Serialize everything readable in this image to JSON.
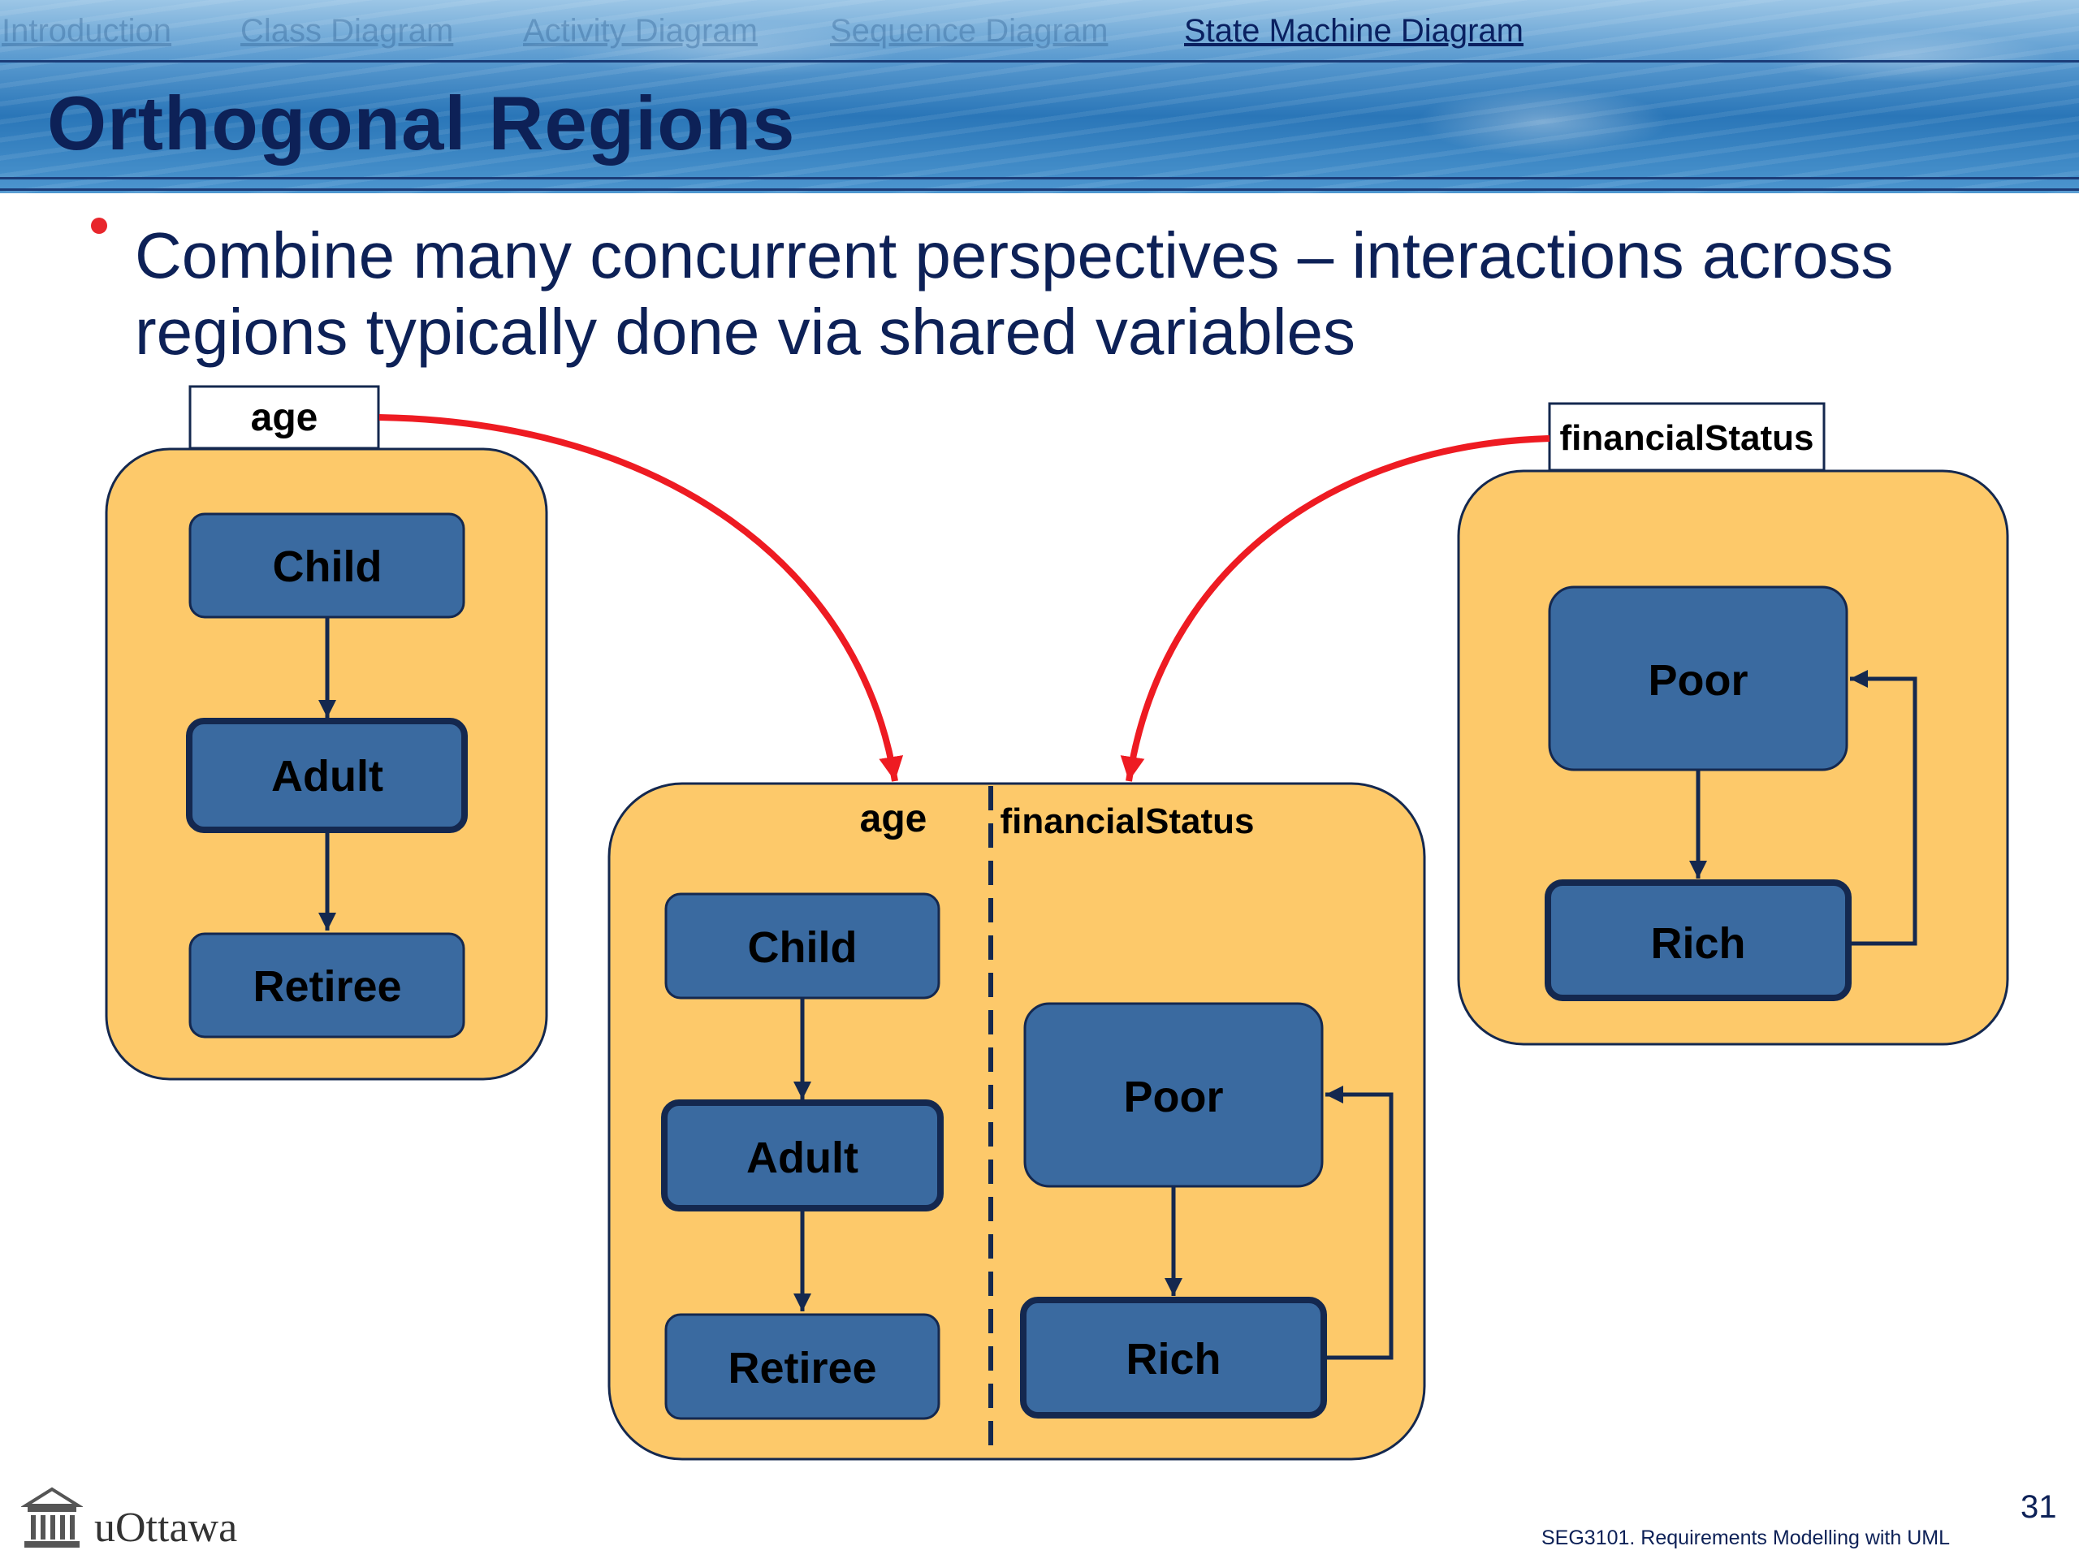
{
  "nav": {
    "items": [
      {
        "label": "Introduction",
        "active": false
      },
      {
        "label": "Class Diagram",
        "active": false
      },
      {
        "label": "Activity Diagram",
        "active": false
      },
      {
        "label": "Sequence Diagram",
        "active": false
      },
      {
        "label": "State Machine Diagram",
        "active": true
      }
    ]
  },
  "slide": {
    "title": "Orthogonal Regions",
    "bullet": "Combine many concurrent perspectives – interactions across regions typically done via shared variables"
  },
  "diagram": {
    "age_machine": {
      "name": "age",
      "states": [
        "Child",
        "Adult",
        "Retiree"
      ]
    },
    "financial_machine": {
      "name": "financialStatus",
      "states": [
        "Poor",
        "Rich"
      ]
    },
    "combined": {
      "region_labels": [
        "age",
        "financialStatus"
      ],
      "age_states": [
        "Child",
        "Adult",
        "Retiree"
      ],
      "financial_states": [
        "Poor",
        "Rich"
      ]
    }
  },
  "footer": {
    "logo_text": "uOttawa",
    "course": "SEG3101. Requirements Modelling with UML",
    "page_number": "31"
  },
  "colors": {
    "region_fill": "#fdc96a",
    "state_fill": "#3a6aa0",
    "line_dark": "#14284f",
    "arrow_red": "#ee1b22",
    "title_color": "#0d2157"
  },
  "icons": [
    "building-logo-icon"
  ]
}
